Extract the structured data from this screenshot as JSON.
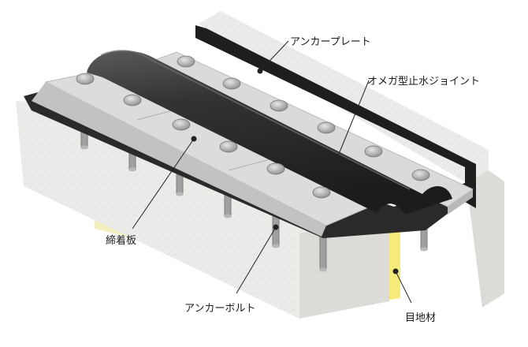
{
  "labels": {
    "anchor_plate": "アンカープレート",
    "omega_joint": "オメガ型止水ジョイント",
    "clamp_plate": "締着板",
    "anchor_bolt": "アンカーボルト",
    "joint_filler": "目地材"
  },
  "colors": {
    "concrete": "#ebebe9",
    "concrete_side": "#dedcd8",
    "rubber": "#2a2a2a",
    "plate": "#d8d8d6",
    "filler": "#f3efc0",
    "filler_bright": "#f6ea7a",
    "bolt": "#9a9a9a"
  }
}
